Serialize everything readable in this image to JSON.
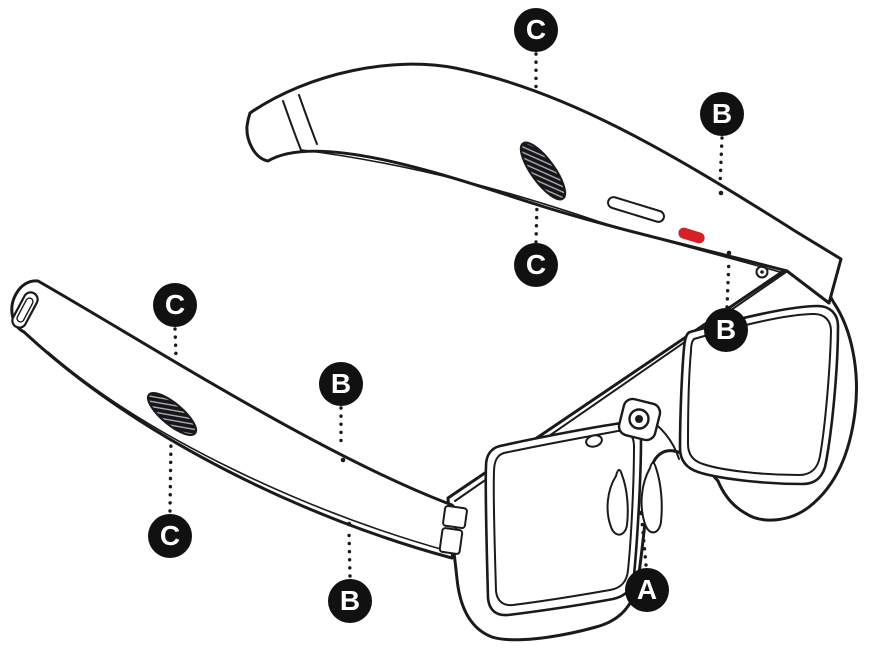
{
  "figure": {
    "description": "Black-and-white line illustration of AR smart glasses shown with both temple arms open, annotated with circular lettered callout markers connected to parts by dotted leader lines.",
    "callouts": [
      {
        "letter": "C"
      },
      {
        "letter": "B"
      },
      {
        "letter": "C"
      },
      {
        "letter": "B"
      },
      {
        "letter": "C"
      },
      {
        "letter": "B"
      },
      {
        "letter": "C"
      },
      {
        "letter": "B"
      },
      {
        "letter": "A"
      }
    ],
    "colors": {
      "ink": "#1a1a1a",
      "background": "#ffffff",
      "accent_red": "#d42127",
      "callout_background": "#111111",
      "callout_letter": "#ffffff"
    }
  }
}
